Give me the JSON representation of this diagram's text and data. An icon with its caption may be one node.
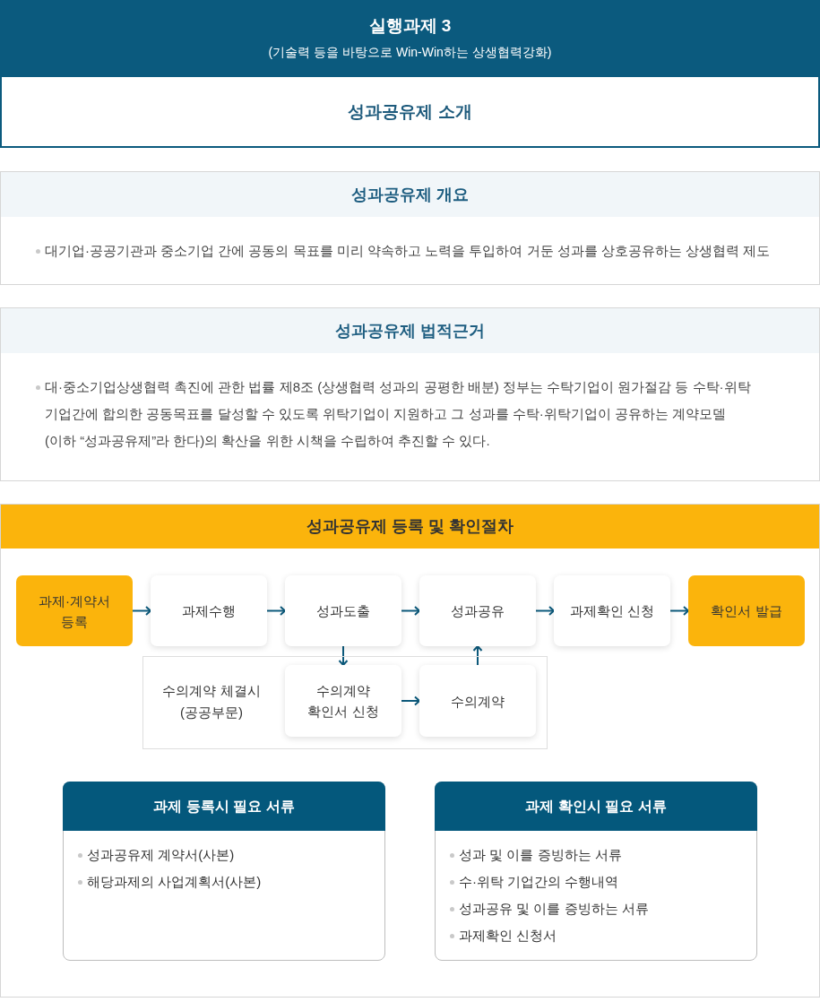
{
  "diagram": {
    "nodes": [
      {
        "text": [
          "실행과제 3",
          "(기술력 등을 바탕으로 Win-Win하는 상생협력강화)"
        ]
      },
      {
        "text": [
          "성과공유제 소개"
        ]
      },
      {
        "text": [
          "성과공유제 개요",
          "대기업·공공기관과 중소기업 간에 공동의 목표를 미리 약속하고 노력을 투입하여 거둔 성과를 상호공유하는 상생협력 제도"
        ]
      },
      {
        "text": [
          "성과공유제 법적근거",
          "대·중소기업상생협력 촉진에 관한 법률 제8조 (상생협력 성과의 공평한 배분) 정부는 수탁기업이 원가절감 등 수탁·위탁 기업간에 합의한 공동목표를 달성할 수 있도록 위탁기업이 지원하고 그 성과를 수탁·위탁기업이 공유하는 계약모델 (이하 “성과공유제”라 한다)의 확산을 위한 시책을 수립하여 추진할 수 있다."
        ]
      },
      {
        "text": [
          "성과공유제 등록 및 확인절차"
        ]
      },
      {
        "text": [
          "과제·계약서 등록"
        ],
        "in": 4
      },
      {
        "text": [
          "과제수행"
        ],
        "in": 4
      },
      {
        "text": [
          "성과도출"
        ],
        "in": 4
      },
      {
        "text": [
          "성과공유"
        ],
        "in": 4
      },
      {
        "text": [
          "과제확인 신청"
        ],
        "in": 4
      },
      {
        "text": [
          "확인서 발급"
        ],
        "in": 4
      },
      {
        "text": [
          "수의계약 체결시 (공공부문)"
        ],
        "in": 4
      },
      {
        "text": [
          "수의계약 확인서 신청"
        ],
        "in": 11
      },
      {
        "text": [
          "수의계약"
        ],
        "in": 11
      },
      {
        "text": [
          "과제 등록시 필요 서류",
          "성과공유제 계약서(사본)",
          "해당과제의 사업계획서(사본)"
        ],
        "in": 4
      },
      {
        "text": [
          "과제 확인시 필요 서류",
          "성과 및 이를 증빙하는 서류",
          "수·위탁 기업간의 수행내역",
          "성과공유 및 이를 증빙하는 서류",
          "과제확인 신청서"
        ],
        "in": 4
      }
    ],
    "edges": [
      {
        "from": 5,
        "to": 6,
        "arrow": "to"
      },
      {
        "from": 6,
        "to": 7,
        "arrow": "to"
      },
      {
        "from": 7,
        "to": 8,
        "arrow": "to"
      },
      {
        "from": 8,
        "to": 9,
        "arrow": "to"
      },
      {
        "from": 9,
        "to": 10,
        "arrow": "to"
      },
      {
        "from": 7,
        "to": 12,
        "arrow": "to"
      },
      {
        "from": 12,
        "to": 13,
        "arrow": "to"
      },
      {
        "from": 13,
        "to": 8,
        "arrow": "to"
      }
    ]
  }
}
